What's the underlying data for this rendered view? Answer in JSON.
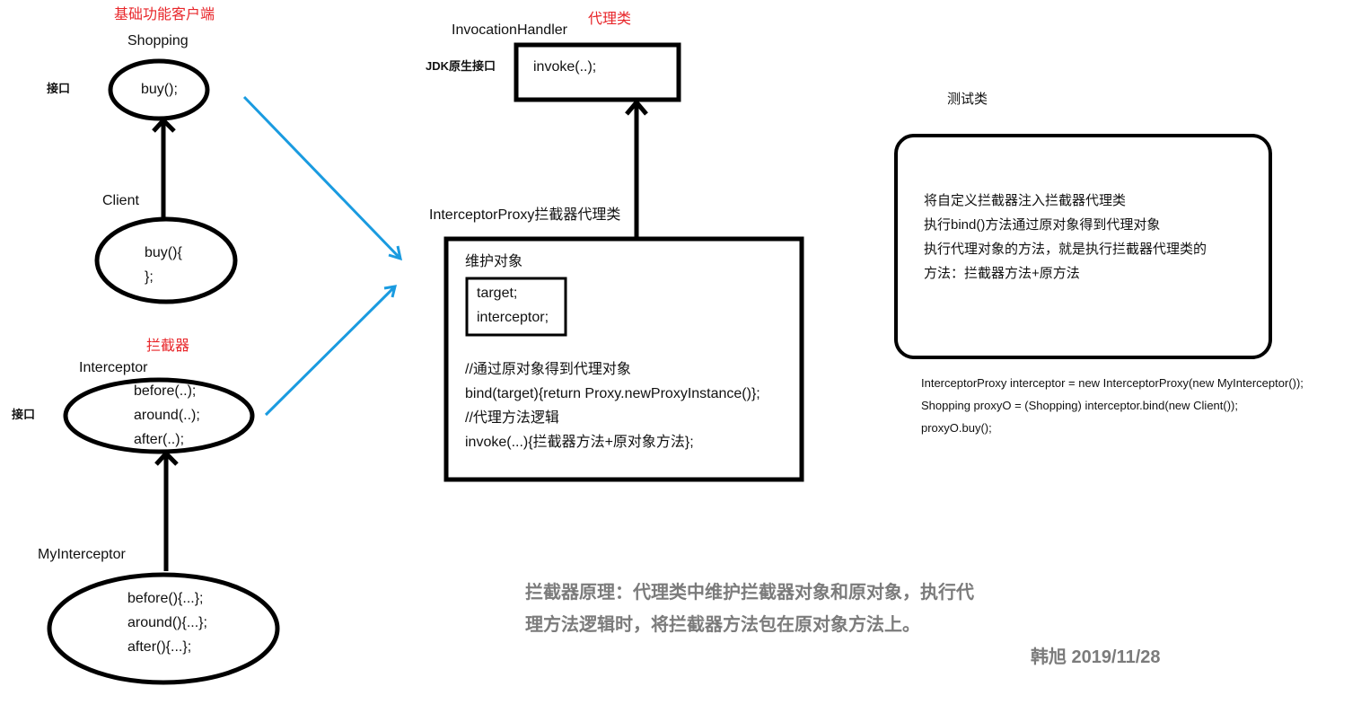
{
  "client_group": {
    "title": "基础功能客户端",
    "interface_name": "Shopping",
    "interface_label": "接口",
    "interface_method": "buy();",
    "impl_name": "Client",
    "impl_body": [
      "buy(){",
      "};"
    ]
  },
  "interceptor_group": {
    "title": "拦截器",
    "interface_name": "Interceptor",
    "interface_label": "接口",
    "interface_methods": [
      "before(..);",
      "around(..);",
      "after(..);"
    ],
    "impl_name": "MyInterceptor",
    "impl_methods": [
      "before(){...};",
      "around(){...};",
      "after(){...};"
    ]
  },
  "invocation_handler": {
    "title": "代理类",
    "name": "InvocationHandler",
    "label": "JDK原生接口",
    "method": "invoke(..);"
  },
  "interceptor_proxy": {
    "name": "InterceptorProxy拦截器代理类",
    "fields_label": "维护对象",
    "fields": [
      "target;",
      "interceptor;"
    ],
    "code": [
      "//通过原对象得到代理对象",
      "bind(target){return Proxy.newProxyInstance()};",
      "//代理方法逻辑",
      "invoke(...){拦截器方法+原对象方法};"
    ]
  },
  "test_class": {
    "title": "测试类",
    "description": [
      "将自定义拦截器注入拦截器代理类",
      "执行bind()方法通过原对象得到代理对象",
      "执行代理对象的方法，就是执行拦截器代理类的",
      "方法：拦截器方法+原方法"
    ],
    "code": [
      "InterceptorProxy interceptor = new InterceptorProxy(new MyInterceptor());",
      "Shopping proxyO = (Shopping) interceptor.bind(new Client());",
      "proxyO.buy();"
    ]
  },
  "summary": {
    "lines": [
      "拦截器原理：代理类中维护拦截器对象和原对象，执行代",
      "理方法逻辑时，将拦截器方法包在原对象方法上。"
    ],
    "signature": "韩旭 2019/11/28"
  },
  "colors": {
    "accent_red": "#e8262a",
    "arrow_blue": "#1a9be0",
    "summary_gray": "#7b7b7b"
  }
}
